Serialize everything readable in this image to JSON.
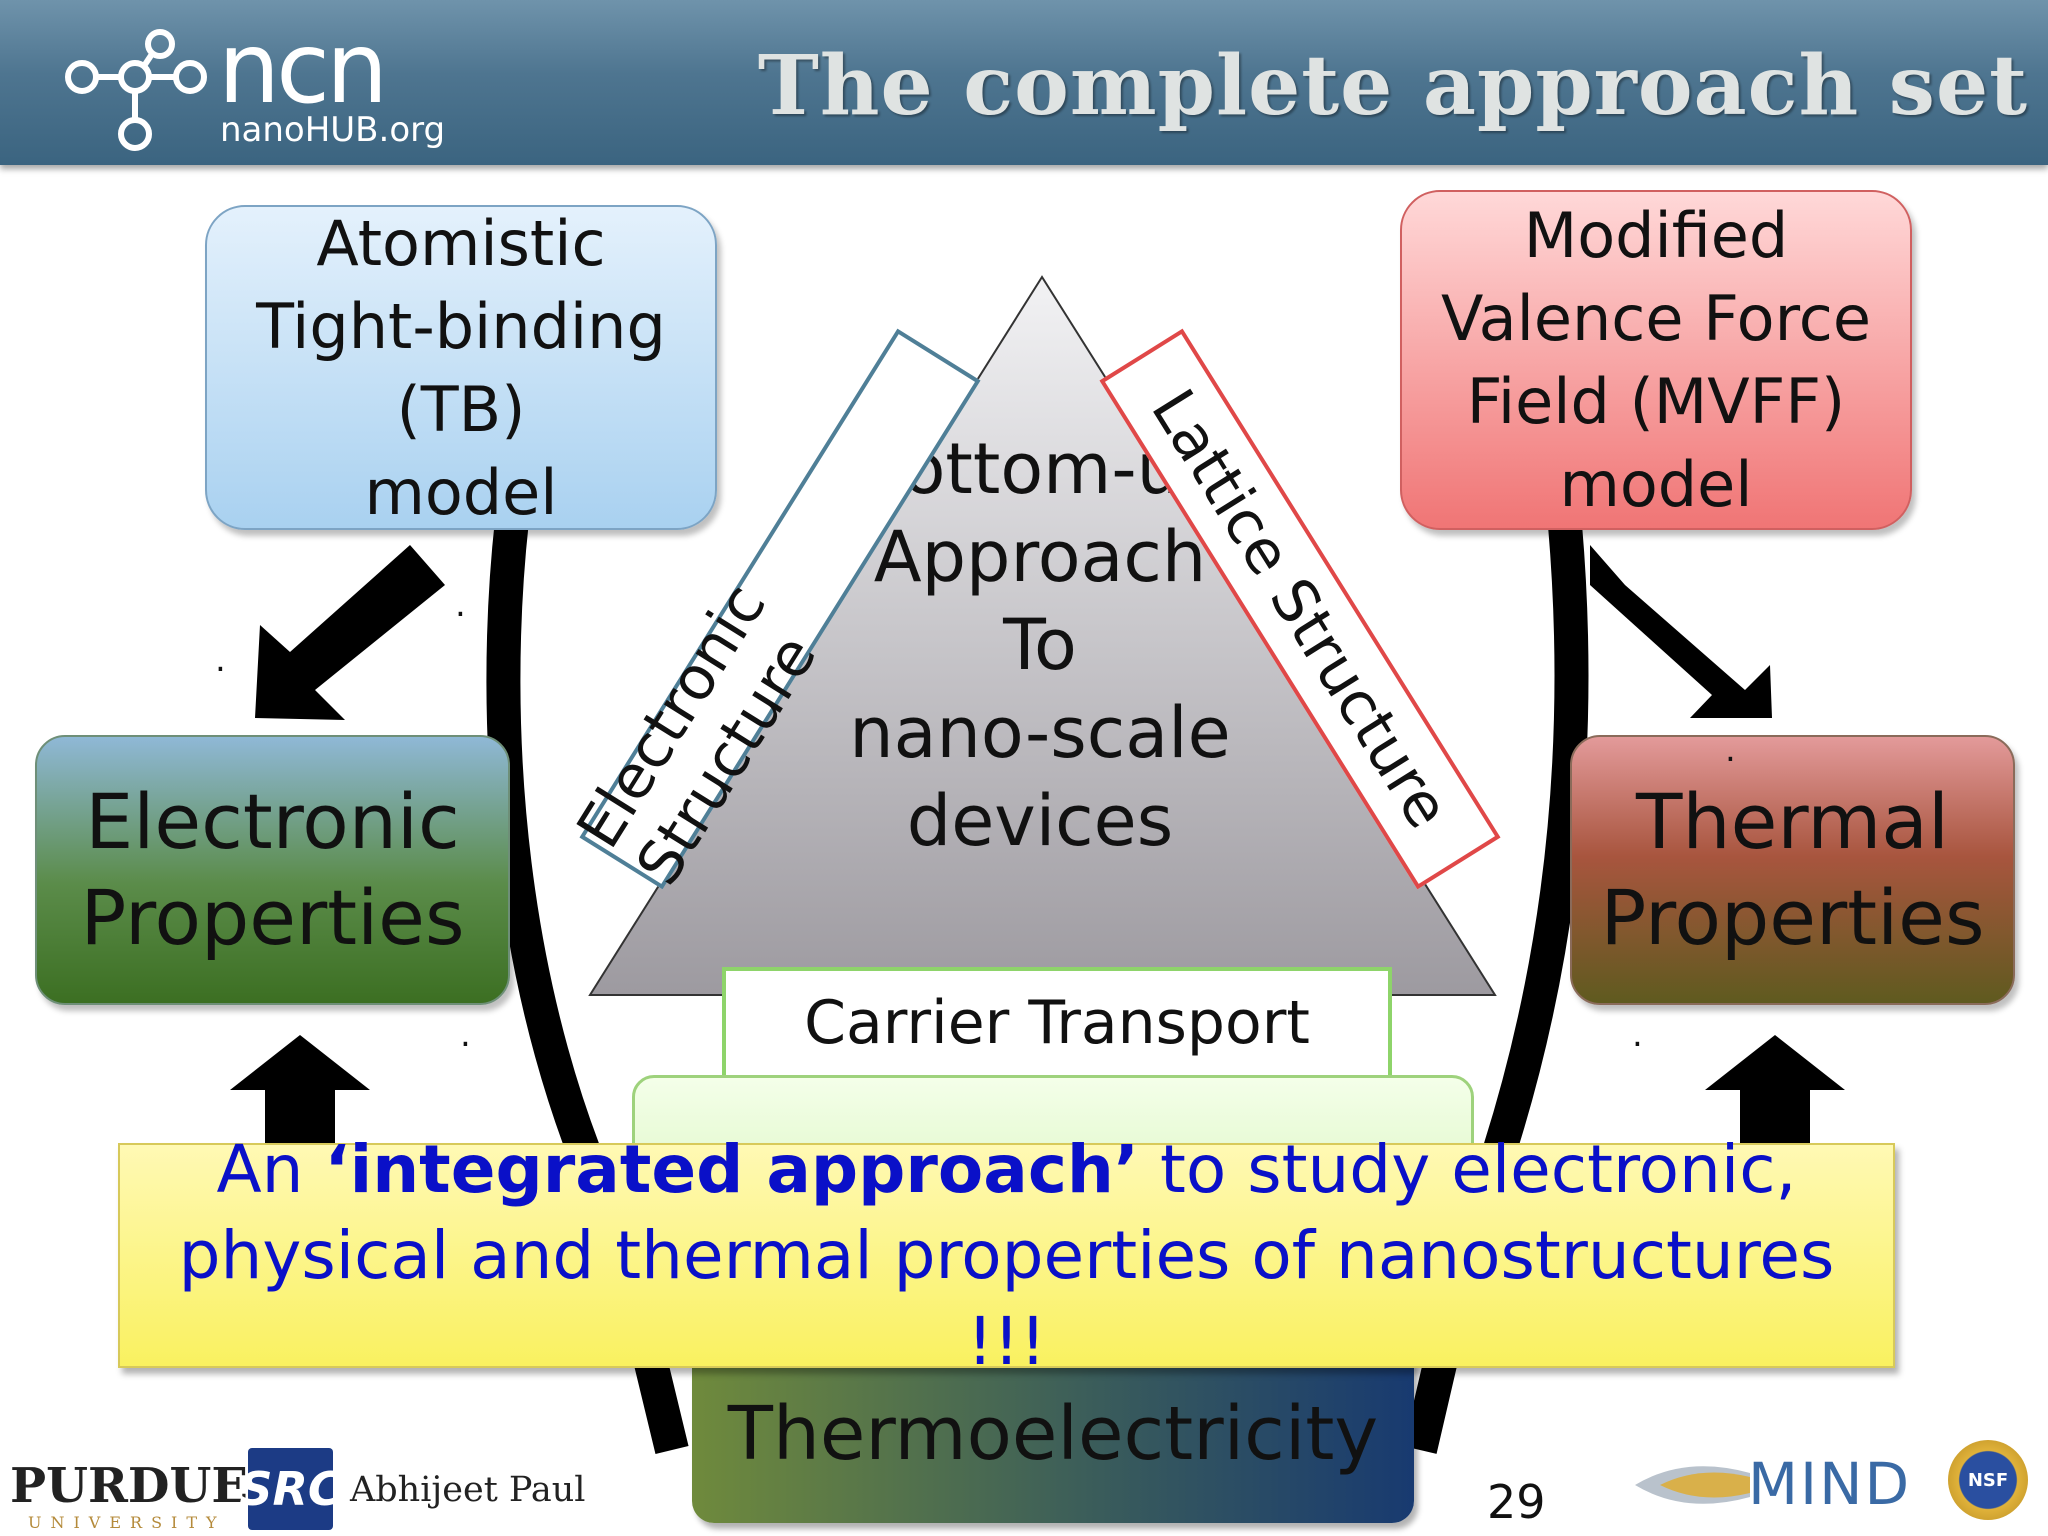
{
  "slide": {
    "title": "The complete approach set",
    "logo": {
      "wordmark": "ncn",
      "site": "nanoHUB.org"
    },
    "boxes": {
      "tb_model": "Atomistic\nTight-binding\n(TB)\nmodel",
      "mvff_model": "Modified\nValence Force\nField (MVFF)\nmodel",
      "electronic_properties": "Electronic\nProperties",
      "thermal_properties": "Thermal\nProperties",
      "carrier_transport": "Carrier Transport",
      "thermoelectricity": "Thermoelectricity"
    },
    "triangle": {
      "center_text": "Bottom-up\nApproach\nTo\nnano-scale\ndevices",
      "left_label": "Electronic Structure",
      "right_label": "Lattice Structure"
    },
    "callout": {
      "prefix": "An ",
      "emphasis": "‘integrated approach’",
      "suffix": " to study electronic, physical and thermal properties of nanostructures !!!"
    },
    "footer": {
      "university": "PURDUE",
      "university_sub": "UNIVERSITY",
      "src_logo": "SRC",
      "author": "Abhijeet Paul",
      "page_number": "29",
      "mind_logo": "MIND",
      "nsf_logo": "NSF"
    },
    "colors": {
      "header": "#4e7590",
      "callout_text": "#0a10c8",
      "callout_bg": "#f9f160",
      "electronic_frame": "#4f7f97",
      "lattice_frame": "#e04848"
    }
  }
}
